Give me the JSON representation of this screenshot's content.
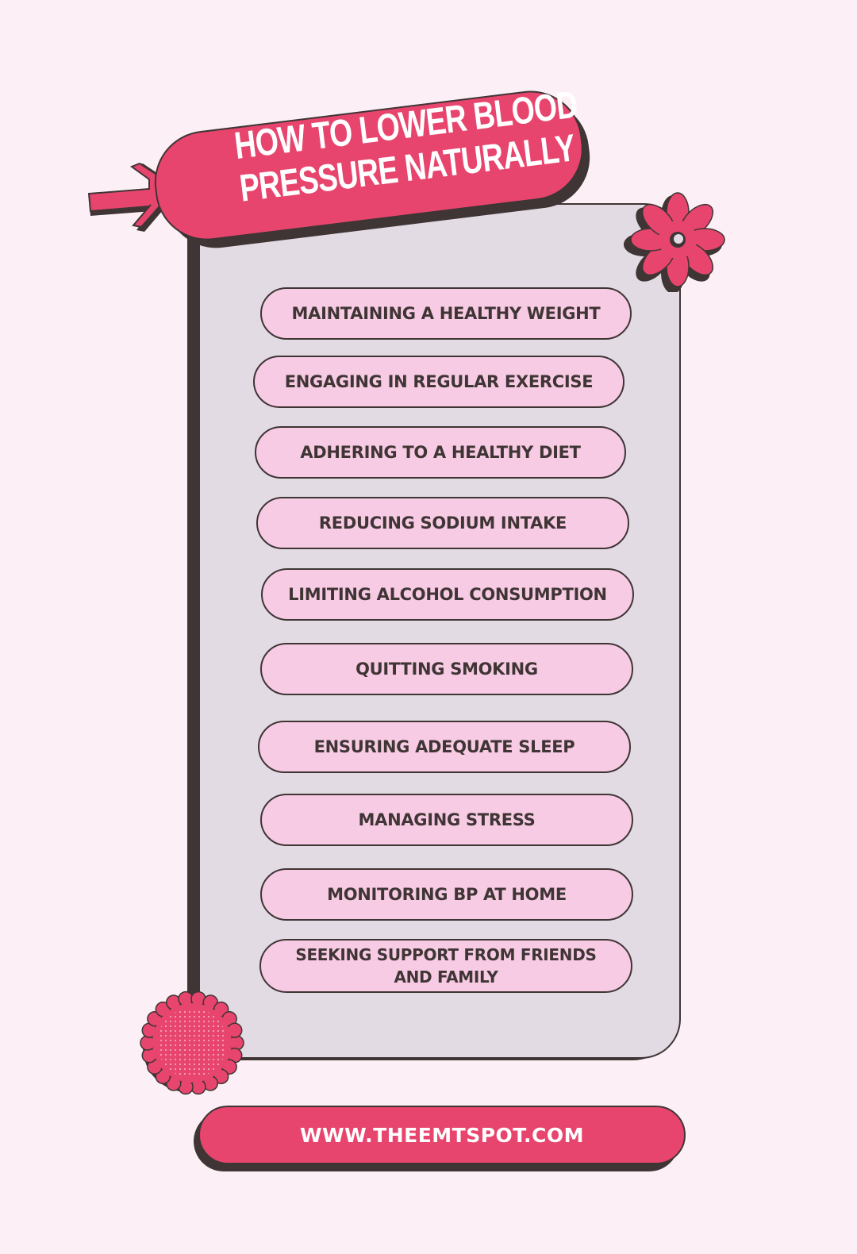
{
  "title": {
    "line1": "HOW TO LOWER BLOOD",
    "line2": "PRESSURE NATURALLY"
  },
  "tips": [
    {
      "label": "MAINTAINING A HEALTHY WEIGHT"
    },
    {
      "label": "ENGAGING IN REGULAR EXERCISE"
    },
    {
      "label": "ADHERING TO A HEALTHY DIET"
    },
    {
      "label": "REDUCING SODIUM INTAKE"
    },
    {
      "label": "LIMITING ALCOHOL CONSUMPTION"
    },
    {
      "label": "QUITTING SMOKING"
    },
    {
      "label": "ENSURING ADEQUATE SLEEP"
    },
    {
      "label": "MANAGING STRESS"
    },
    {
      "label": "MONITORING BP AT HOME"
    },
    {
      "label_line1": "SEEKING SUPPORT FROM FRIENDS",
      "label_line2": "AND FAMILY"
    }
  ],
  "footer": {
    "url": "WWW.THEEMTSPOT.COM"
  },
  "colors": {
    "background": "#fcf0f6",
    "accent": "#e8456e",
    "panel": "#e3dbe4",
    "pill": "#f8cbe4",
    "outline": "#3f3535"
  },
  "icons": {
    "flower": "flower-icon",
    "burst": "sunburst-badge-icon",
    "arrow": "arrow-icon"
  }
}
